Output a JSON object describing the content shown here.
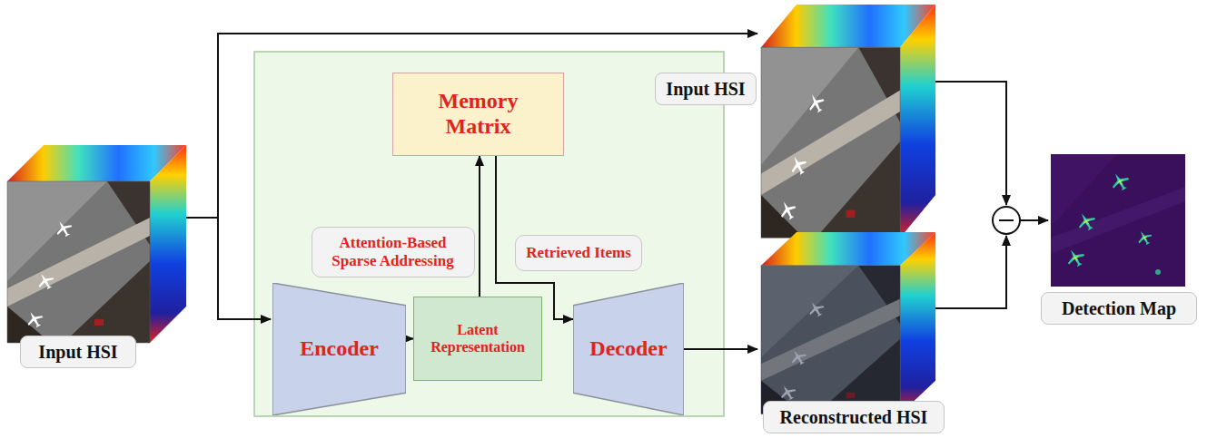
{
  "diagram": {
    "nodes": [
      {
        "text": [
          "Input HSI"
        ]
      },
      {
        "text": [
          "Memory Matrix"
        ]
      },
      {
        "text": [
          "Attention-Based Sparse Addressing"
        ]
      },
      {
        "text": [
          "Retrieved Items"
        ]
      },
      {
        "text": [
          "Encoder"
        ]
      },
      {
        "text": [
          "Latent Representation"
        ]
      },
      {
        "text": [
          "Decoder"
        ]
      },
      {
        "text": [
          "Input HSI"
        ]
      },
      {
        "text": [
          "Reconstructed HSI"
        ]
      },
      {
        "text": [
          "Detection Map"
        ]
      }
    ],
    "edges": [
      {
        "from": 4,
        "to": 5,
        "arrow": "to"
      },
      {
        "from": 5,
        "to": 1,
        "arrow": "to"
      },
      {
        "from": 1,
        "to": 6,
        "arrow": "to"
      }
    ]
  }
}
